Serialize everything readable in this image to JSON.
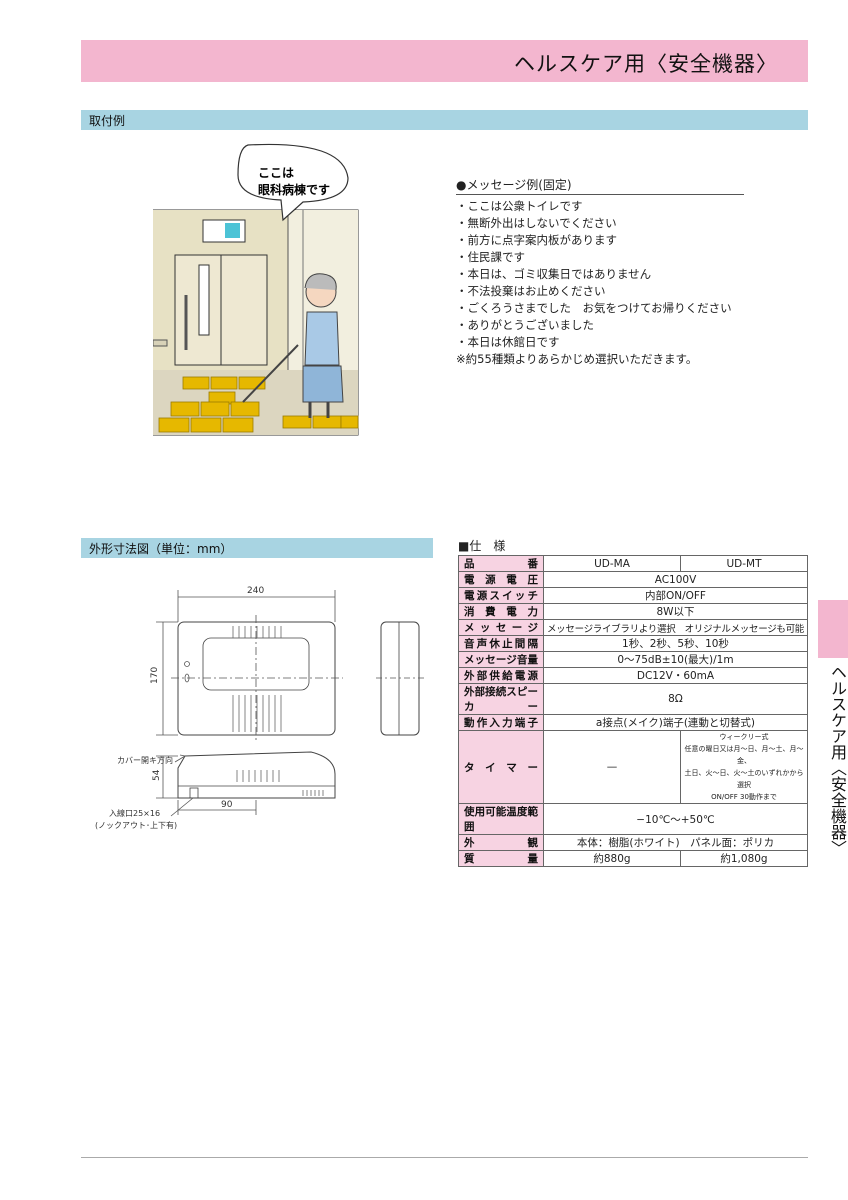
{
  "header": {
    "title": "ヘルスケア用〈安全機器〉"
  },
  "side_tab": {
    "label": "ヘルスケア用〈安全機器〉"
  },
  "example_section": {
    "title": "取付例",
    "speech_bubble": [
      "ここは",
      "眼科病棟です"
    ]
  },
  "messages": {
    "heading": "●メッセージ例(固定)",
    "items": [
      "・ここは公衆トイレです",
      "・無断外出はしないでください",
      "・前方に点字案内板があります",
      "・住民課です",
      "・本日は、ゴミ収集日ではありません",
      "・不法投棄はお止めください",
      "・ごくろうさまでした　お気をつけてお帰りください",
      "・ありがとうございました",
      "・本日は休館日です"
    ],
    "note": "※約55種類よりあらかじめ選択いただきます。"
  },
  "dimension_section": {
    "title": "外形寸法図（単位：mm）",
    "width_label": "240",
    "height_label": "170",
    "depth_label": "54",
    "offset_label": "90",
    "cover_label": "カバー開キ方向",
    "inlet_label": "入線口25×16",
    "inlet_note": "(ノックアウト･上下有)"
  },
  "spec": {
    "heading": "■仕　様",
    "rows": [
      {
        "label": "品番",
        "cells": [
          "UD-MA",
          "UD-MT"
        ]
      },
      {
        "label": "電源電圧",
        "value": "AC100V"
      },
      {
        "label": "電源スイッチ",
        "value": "内部ON/OFF"
      },
      {
        "label": "消費電力",
        "value": "8W以下"
      },
      {
        "label": "メッセージ",
        "value": "メッセージライブラリより選択　オリジナルメッセージも可能"
      },
      {
        "label": "音声休止間隔",
        "value": "1秒、2秒、5秒、10秒"
      },
      {
        "label": "メッセージ音量",
        "value": "0〜75dB±10(最大)/1m"
      },
      {
        "label": "外部供給電源",
        "value": "DC12V・60mA"
      },
      {
        "label": "外部接続スピーカー",
        "value": "8Ω"
      },
      {
        "label": "動作入力端子",
        "value": "a接点(メイク)端子(連動と切替式)"
      },
      {
        "label": "タイマー",
        "cells": [
          "—",
          "ウィークリー式\n任意の曜日又は月〜日、月〜土、月〜金、\n土日、火〜日、火〜土のいずれかから選択\nON/OFF 30動作まで"
        ]
      },
      {
        "label": "使用可能温度範囲",
        "value": "−10℃〜+50℃"
      },
      {
        "label": "外観",
        "value": "本体：樹脂(ホワイト)　パネル面：ポリカ"
      },
      {
        "label": "質量",
        "cells": [
          "約880g",
          "約1,080g"
        ]
      }
    ]
  },
  "colors": {
    "header": "#f3b6cf",
    "section_bar": "#a8d4e2",
    "label_cell": "#f7d3e2",
    "tactile_paving": "#e6b800"
  }
}
